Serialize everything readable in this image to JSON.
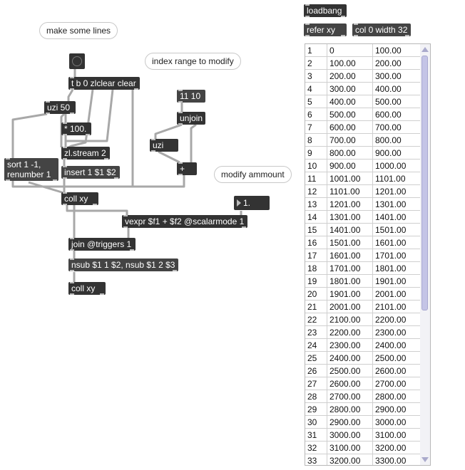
{
  "comments": {
    "make_lines": "make some lines",
    "index_range": "index range to modify",
    "modify_amount": "modify ammount"
  },
  "objects": {
    "trigger": "t b 0 zlclear clear",
    "uzi50": "uzi 50",
    "mult": "* 100.",
    "zlstream": "zl.stream 2",
    "insert": "insert 1 $1 $2",
    "sort": "sort 1 -1,\nrenumber 1",
    "collxy": "coll xy",
    "unjoin": "unjoin",
    "uzi": "uzi",
    "plus": "+",
    "vexpr": "vexpr $f1 + $f2 @scalarmode 1",
    "join": "join @triggers 1",
    "nsub": "nsub $1 1 $2, nsub $1 2 $3",
    "collxy2": "coll xy",
    "loadbang": "loadbang",
    "refer": "refer xy",
    "colwidth": "col 0 width 32",
    "range_msg": "11 10"
  },
  "number_box": {
    "value": "1."
  },
  "icons": {
    "bang": "bang-button-icon",
    "num_arrow": "triangle-right-icon",
    "scroll_up": "scroll-up-arrow-icon",
    "scroll_down": "scroll-down-arrow-icon"
  },
  "colors": {
    "object_bg": "#333333",
    "patchcord": "#a8a8a8",
    "scrollbar_thumb": "#c4c4e6"
  },
  "table": {
    "rows": [
      [
        "1",
        "0",
        "100.00"
      ],
      [
        "2",
        "100.00",
        "200.00"
      ],
      [
        "3",
        "200.00",
        "300.00"
      ],
      [
        "4",
        "300.00",
        "400.00"
      ],
      [
        "5",
        "400.00",
        "500.00"
      ],
      [
        "6",
        "500.00",
        "600.00"
      ],
      [
        "7",
        "600.00",
        "700.00"
      ],
      [
        "8",
        "700.00",
        "800.00"
      ],
      [
        "9",
        "800.00",
        "900.00"
      ],
      [
        "10",
        "900.00",
        "1000.00"
      ],
      [
        "11",
        "1001.00",
        "1101.00"
      ],
      [
        "12",
        "1101.00",
        "1201.00"
      ],
      [
        "13",
        "1201.00",
        "1301.00"
      ],
      [
        "14",
        "1301.00",
        "1401.00"
      ],
      [
        "15",
        "1401.00",
        "1501.00"
      ],
      [
        "16",
        "1501.00",
        "1601.00"
      ],
      [
        "17",
        "1601.00",
        "1701.00"
      ],
      [
        "18",
        "1701.00",
        "1801.00"
      ],
      [
        "19",
        "1801.00",
        "1901.00"
      ],
      [
        "20",
        "1901.00",
        "2001.00"
      ],
      [
        "21",
        "2001.00",
        "2101.00"
      ],
      [
        "22",
        "2100.00",
        "2200.00"
      ],
      [
        "23",
        "2200.00",
        "2300.00"
      ],
      [
        "24",
        "2300.00",
        "2400.00"
      ],
      [
        "25",
        "2400.00",
        "2500.00"
      ],
      [
        "26",
        "2500.00",
        "2600.00"
      ],
      [
        "27",
        "2600.00",
        "2700.00"
      ],
      [
        "28",
        "2700.00",
        "2800.00"
      ],
      [
        "29",
        "2800.00",
        "2900.00"
      ],
      [
        "30",
        "2900.00",
        "3000.00"
      ],
      [
        "31",
        "3000.00",
        "3100.00"
      ],
      [
        "32",
        "3100.00",
        "3200.00"
      ],
      [
        "33",
        "3200.00",
        "3300.00"
      ]
    ]
  }
}
